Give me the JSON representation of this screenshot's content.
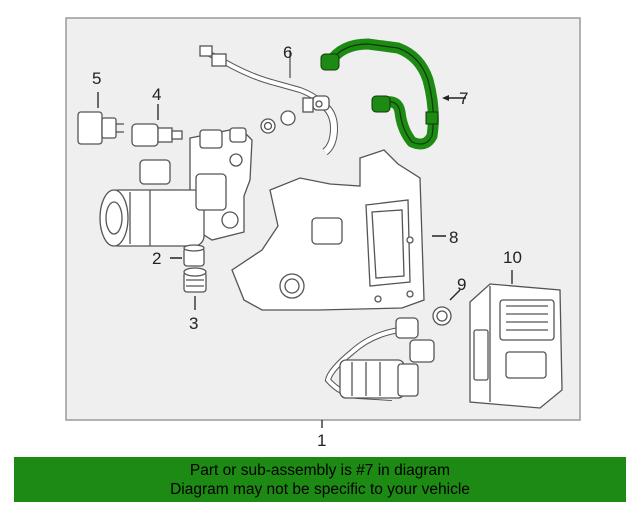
{
  "diagram": {
    "callouts": {
      "c1": "1",
      "c2": "2",
      "c3": "3",
      "c4": "4",
      "c5": "5",
      "c6": "6",
      "c7": "7",
      "c8": "8",
      "c9": "9",
      "c10": "10"
    },
    "highlighted_part": "7",
    "colors": {
      "highlight": "#1d8a13",
      "panel_background": "#efefef",
      "line": "#555555"
    }
  },
  "banner": {
    "line1": "Part or sub-assembly is #7 in diagram",
    "line2": "Diagram may not be specific to your vehicle",
    "background": "#1d8a13"
  }
}
